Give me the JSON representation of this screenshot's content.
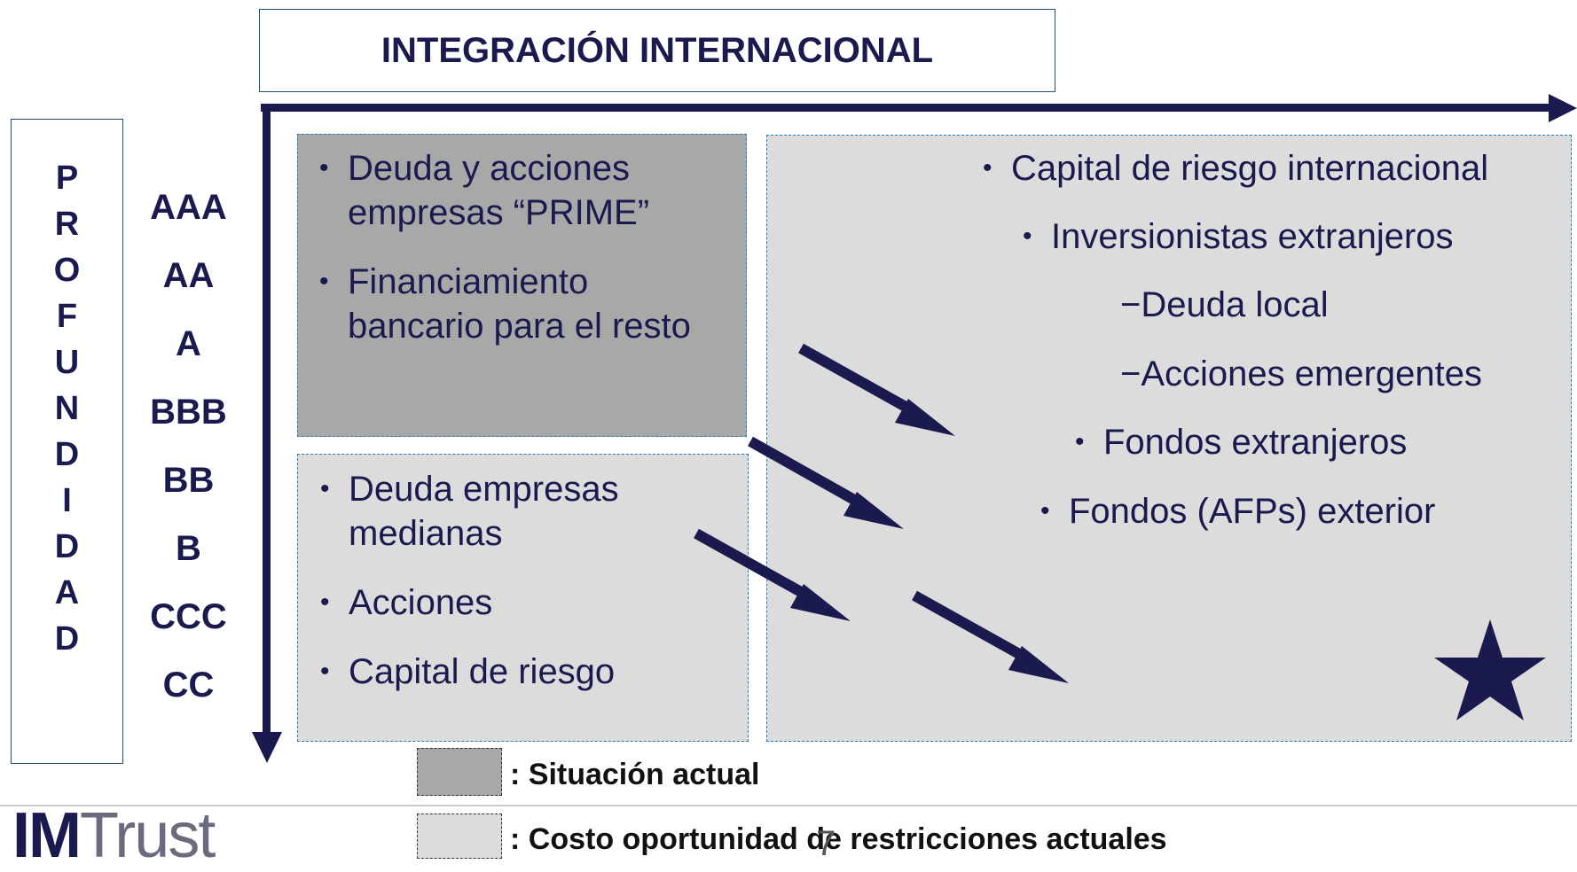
{
  "title": "INTEGRACIÓN INTERNACIONAL",
  "side_label_letters": [
    "P",
    "R",
    "O",
    "F",
    "U",
    "N",
    "D",
    "I",
    "D",
    "A",
    "D"
  ],
  "ratings": [
    "AAA",
    "AA",
    "A",
    "BBB",
    "BB",
    "B",
    "CCC",
    "CC"
  ],
  "panel_top_left": {
    "items": [
      "Deuda y acciones empresas “PRIME”",
      "Financiamiento bancario para el resto"
    ]
  },
  "panel_bottom_left": {
    "items": [
      "Deuda empresas medianas",
      "Acciones",
      "Capital de riesgo"
    ]
  },
  "panel_right": {
    "item1": "Capital de riesgo internacional",
    "item2": "Inversionistas extranjeros",
    "sub1": "−Deuda local",
    "sub2": "−Acciones emergentes",
    "item3": "Fondos extranjeros",
    "item4": "Fondos (AFPs) exterior"
  },
  "legend": {
    "current": ": Situación actual",
    "opportunity": ": Costo oportunidad de restricciones actuales"
  },
  "logo": {
    "bold": "IM",
    "light": "Trust"
  },
  "page_number": "7",
  "colors": {
    "navy": "#1a1a4e",
    "dark_panel": "#a8a8a8",
    "light_panel": "#dcdcdc",
    "panel_border": "#2a7ab8"
  }
}
